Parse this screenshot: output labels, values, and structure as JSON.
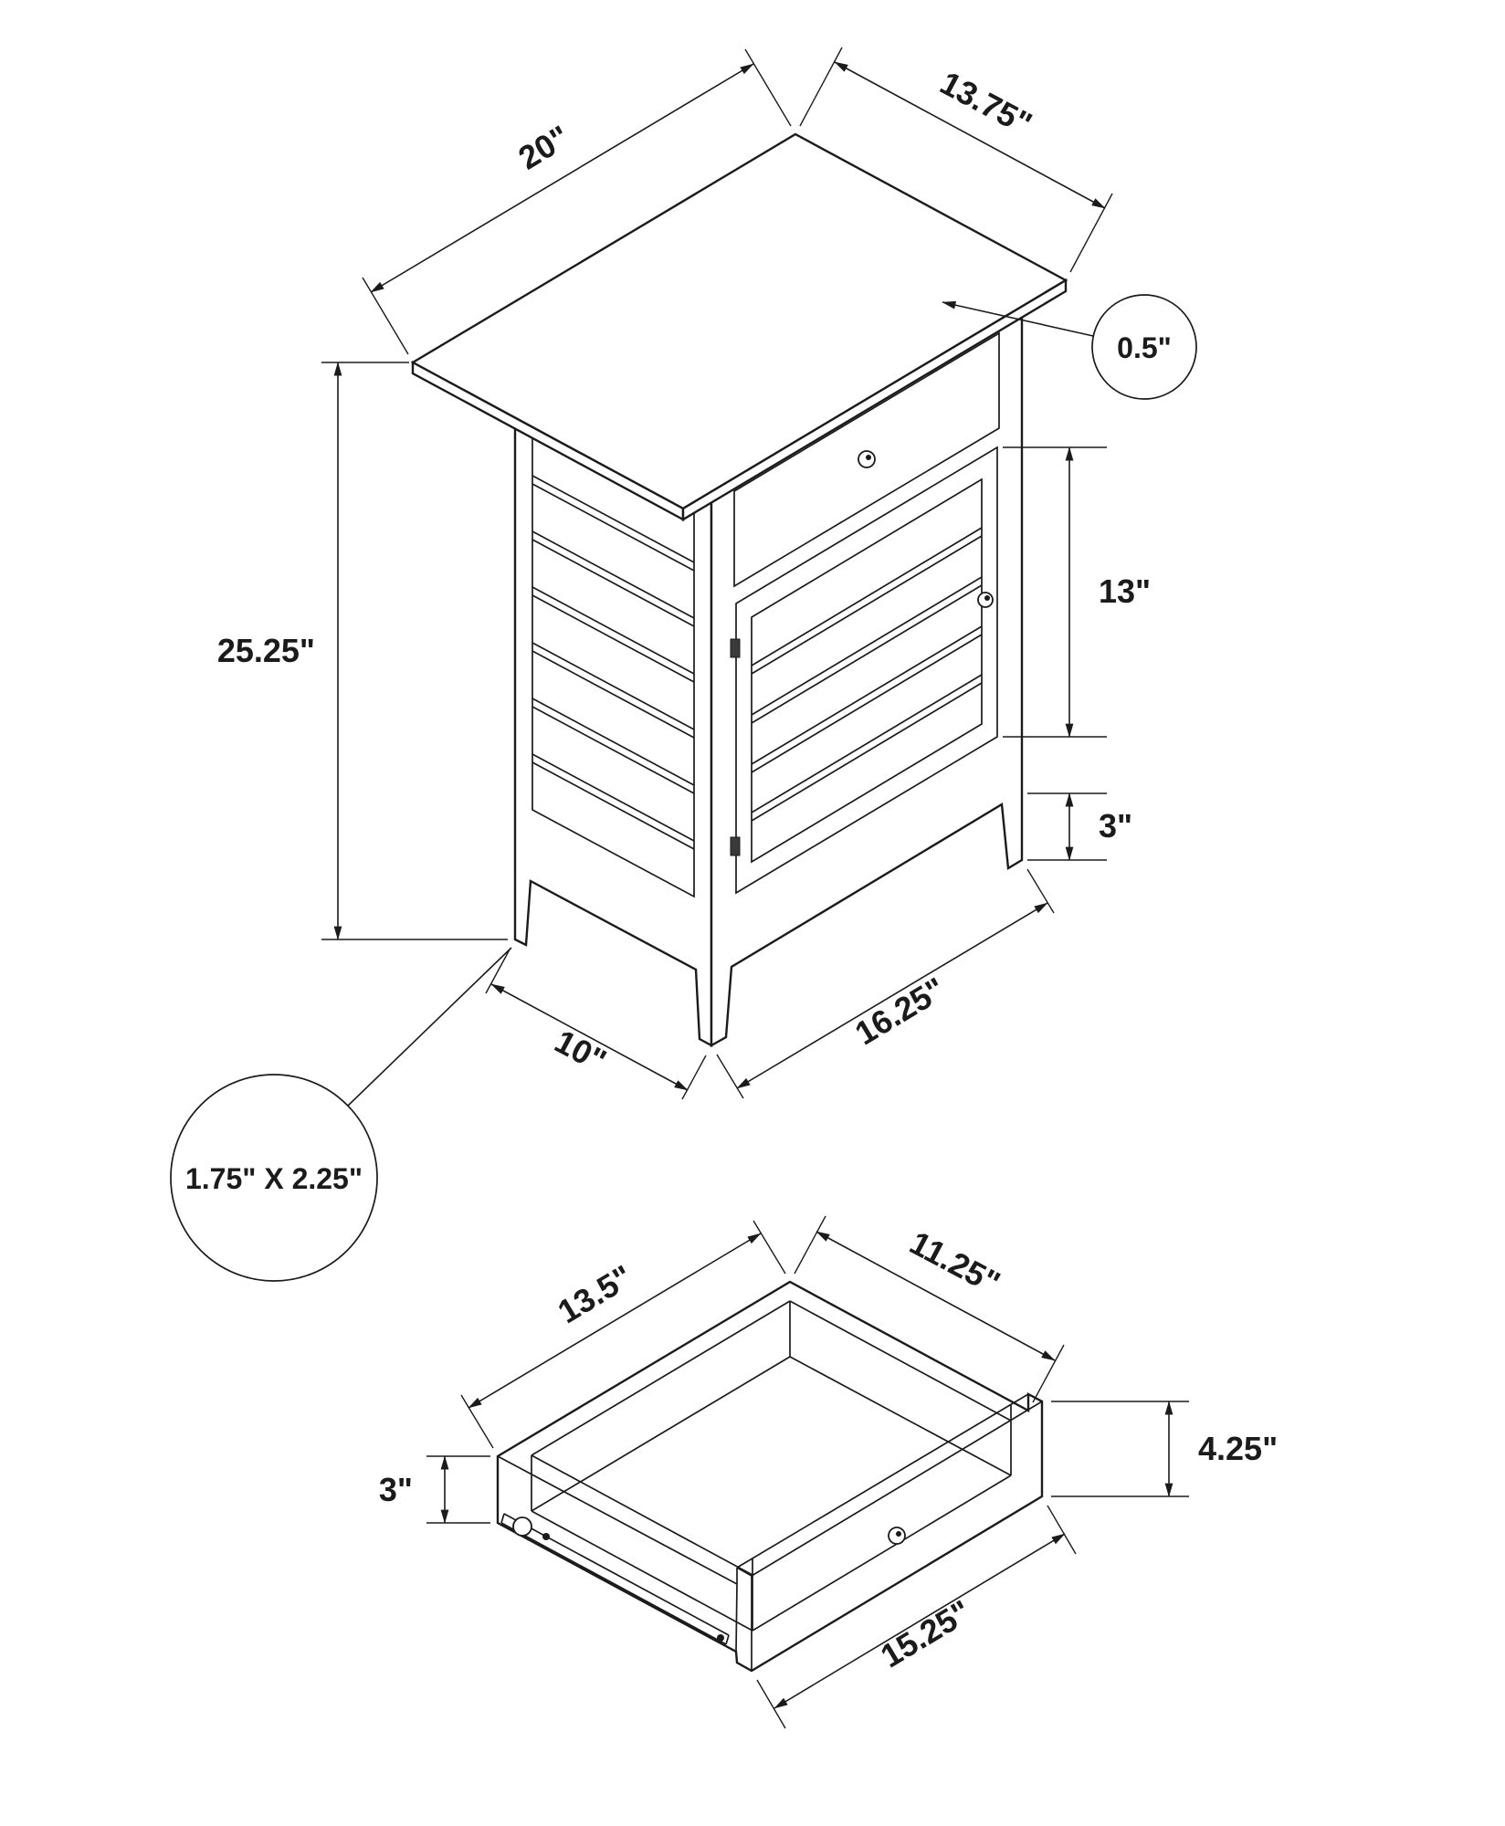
{
  "colors": {
    "line": "#1b1b1b",
    "background": "#ffffff"
  },
  "figure": {
    "upper": {
      "top_width": "20\"",
      "top_depth": "13.75\"",
      "top_thickness": "0.5\"",
      "overall_height": "25.25\"",
      "door_height": "13\"",
      "leg_height": "3\"",
      "base_width": "16.25\"",
      "base_depth": "10\"",
      "leg_cross_section": "1.75\" X 2.25\""
    },
    "lower": {
      "inner_width": "13.5\"",
      "inner_depth": "11.25\"",
      "side_height": "3\"",
      "front_height": "4.25\"",
      "front_width": "15.25\""
    }
  }
}
